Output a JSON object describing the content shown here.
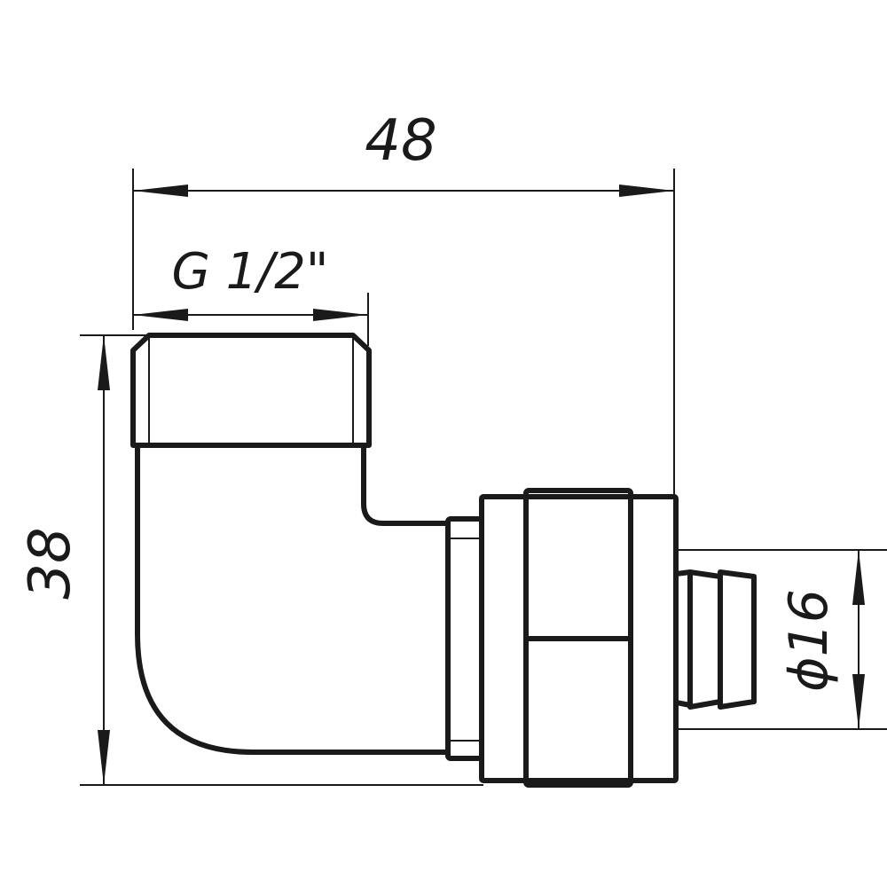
{
  "drawing": {
    "dimensions": {
      "overall_length": "48",
      "thread": "G 1/2\"",
      "height": "38",
      "pipe_diameter": "ϕ16"
    }
  }
}
